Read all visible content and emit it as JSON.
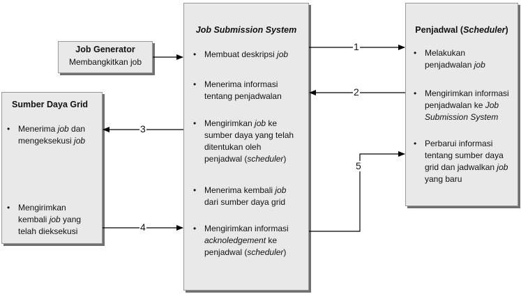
{
  "job_generator": {
    "title": "Job Generator",
    "subtitle": "Membangkitkan job"
  },
  "jss": {
    "title": "Job Submission System",
    "items": [
      [
        {
          "t": "Membuat deskripsi "
        },
        {
          "t": "job",
          "i": true
        }
      ],
      [
        {
          "t": "Menerima informasi"
        }
      ],
      [
        {
          "t": "tentang penjadwalan"
        }
      ],
      [
        {
          "t": "Mengirimkan "
        },
        {
          "t": "job",
          "i": true
        },
        {
          "t": " ke"
        }
      ],
      [
        {
          "t": "sumber daya yang telah"
        }
      ],
      [
        {
          "t": "ditentukan oleh"
        }
      ],
      [
        {
          "t": "penjadwal ("
        },
        {
          "t": "scheduler",
          "i": true
        },
        {
          "t": ")"
        }
      ],
      [
        {
          "t": "Menerima kembali "
        },
        {
          "t": "job",
          "i": true
        }
      ],
      [
        {
          "t": "dari sumber daya grid"
        }
      ],
      [
        {
          "t": "Mengirimkan informasi"
        }
      ],
      [
        {
          "t": "acknoledgement",
          "i": true
        },
        {
          "t": " ke"
        }
      ],
      [
        {
          "t": "penjadwal ("
        },
        {
          "t": "scheduler",
          "i": true
        },
        {
          "t": ")"
        }
      ]
    ]
  },
  "scheduler": {
    "title_a": "Penjadwal (",
    "title_b": "Scheduler",
    "title_c": ")",
    "items": [
      [
        {
          "t": "Melakukan"
        }
      ],
      [
        {
          "t": "penjadwalan "
        },
        {
          "t": "job",
          "i": true
        }
      ],
      [
        {
          "t": "Mengirimkan informasi"
        }
      ],
      [
        {
          "t": "penjadwalan ke "
        },
        {
          "t": "Job",
          "i": true
        }
      ],
      [
        {
          "t": "Submission System",
          "i": true
        }
      ],
      [
        {
          "t": "Perbarui informasi"
        }
      ],
      [
        {
          "t": "tentang sumber daya"
        }
      ],
      [
        {
          "t": "grid dan jadwalkan "
        },
        {
          "t": "job",
          "i": true
        }
      ],
      [
        {
          "t": "yang baru"
        }
      ]
    ]
  },
  "grid": {
    "title": "Sumber Daya Grid",
    "items": [
      [
        {
          "t": "Menerima "
        },
        {
          "t": "job",
          "i": true
        },
        {
          "t": " dan"
        }
      ],
      [
        {
          "t": "mengeksekusi "
        },
        {
          "t": "job",
          "i": true
        }
      ],
      [
        {
          "t": "Mengirimkan"
        }
      ],
      [
        {
          "t": "kembali "
        },
        {
          "t": "job",
          "i": true
        },
        {
          "t": " yang"
        }
      ],
      [
        {
          "t": "telah dieksekusi"
        }
      ]
    ]
  },
  "arrow_labels": [
    "1",
    "2",
    "3",
    "4",
    "5"
  ],
  "bullet": "•"
}
